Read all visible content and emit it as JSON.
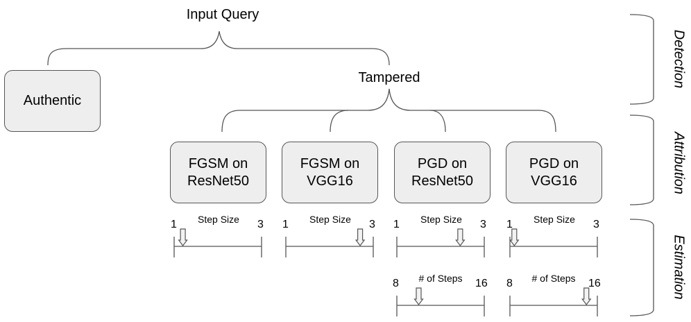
{
  "root": {
    "label": "Input Query"
  },
  "authentic": {
    "label": "Authentic"
  },
  "tampered": {
    "label": "Tampered"
  },
  "attacks": [
    {
      "line1": "FGSM on",
      "line2": "ResNet50"
    },
    {
      "line1": "FGSM on",
      "line2": "VGG16"
    },
    {
      "line1": "PGD on",
      "line2": "ResNet50"
    },
    {
      "line1": "PGD on",
      "line2": "VGG16"
    }
  ],
  "step_size_scales": [
    {
      "label": "Step Size",
      "min": "1",
      "max": "3",
      "value": 1.2
    },
    {
      "label": "Step Size",
      "min": "1",
      "max": "3",
      "value": 2.7
    },
    {
      "label": "Step Size",
      "min": "1",
      "max": "3",
      "value": 2.45
    },
    {
      "label": "Step Size",
      "min": "1",
      "max": "3",
      "value": 1.1
    }
  ],
  "num_steps_scales": [
    {
      "label": "# of Steps",
      "min": "8",
      "max": "16",
      "value": 10
    },
    {
      "label": "# of Steps",
      "min": "8",
      "max": "16",
      "value": 15.0
    }
  ],
  "stages": [
    {
      "label": "Detection"
    },
    {
      "label": "Attribution"
    },
    {
      "label": "Estimation"
    }
  ]
}
